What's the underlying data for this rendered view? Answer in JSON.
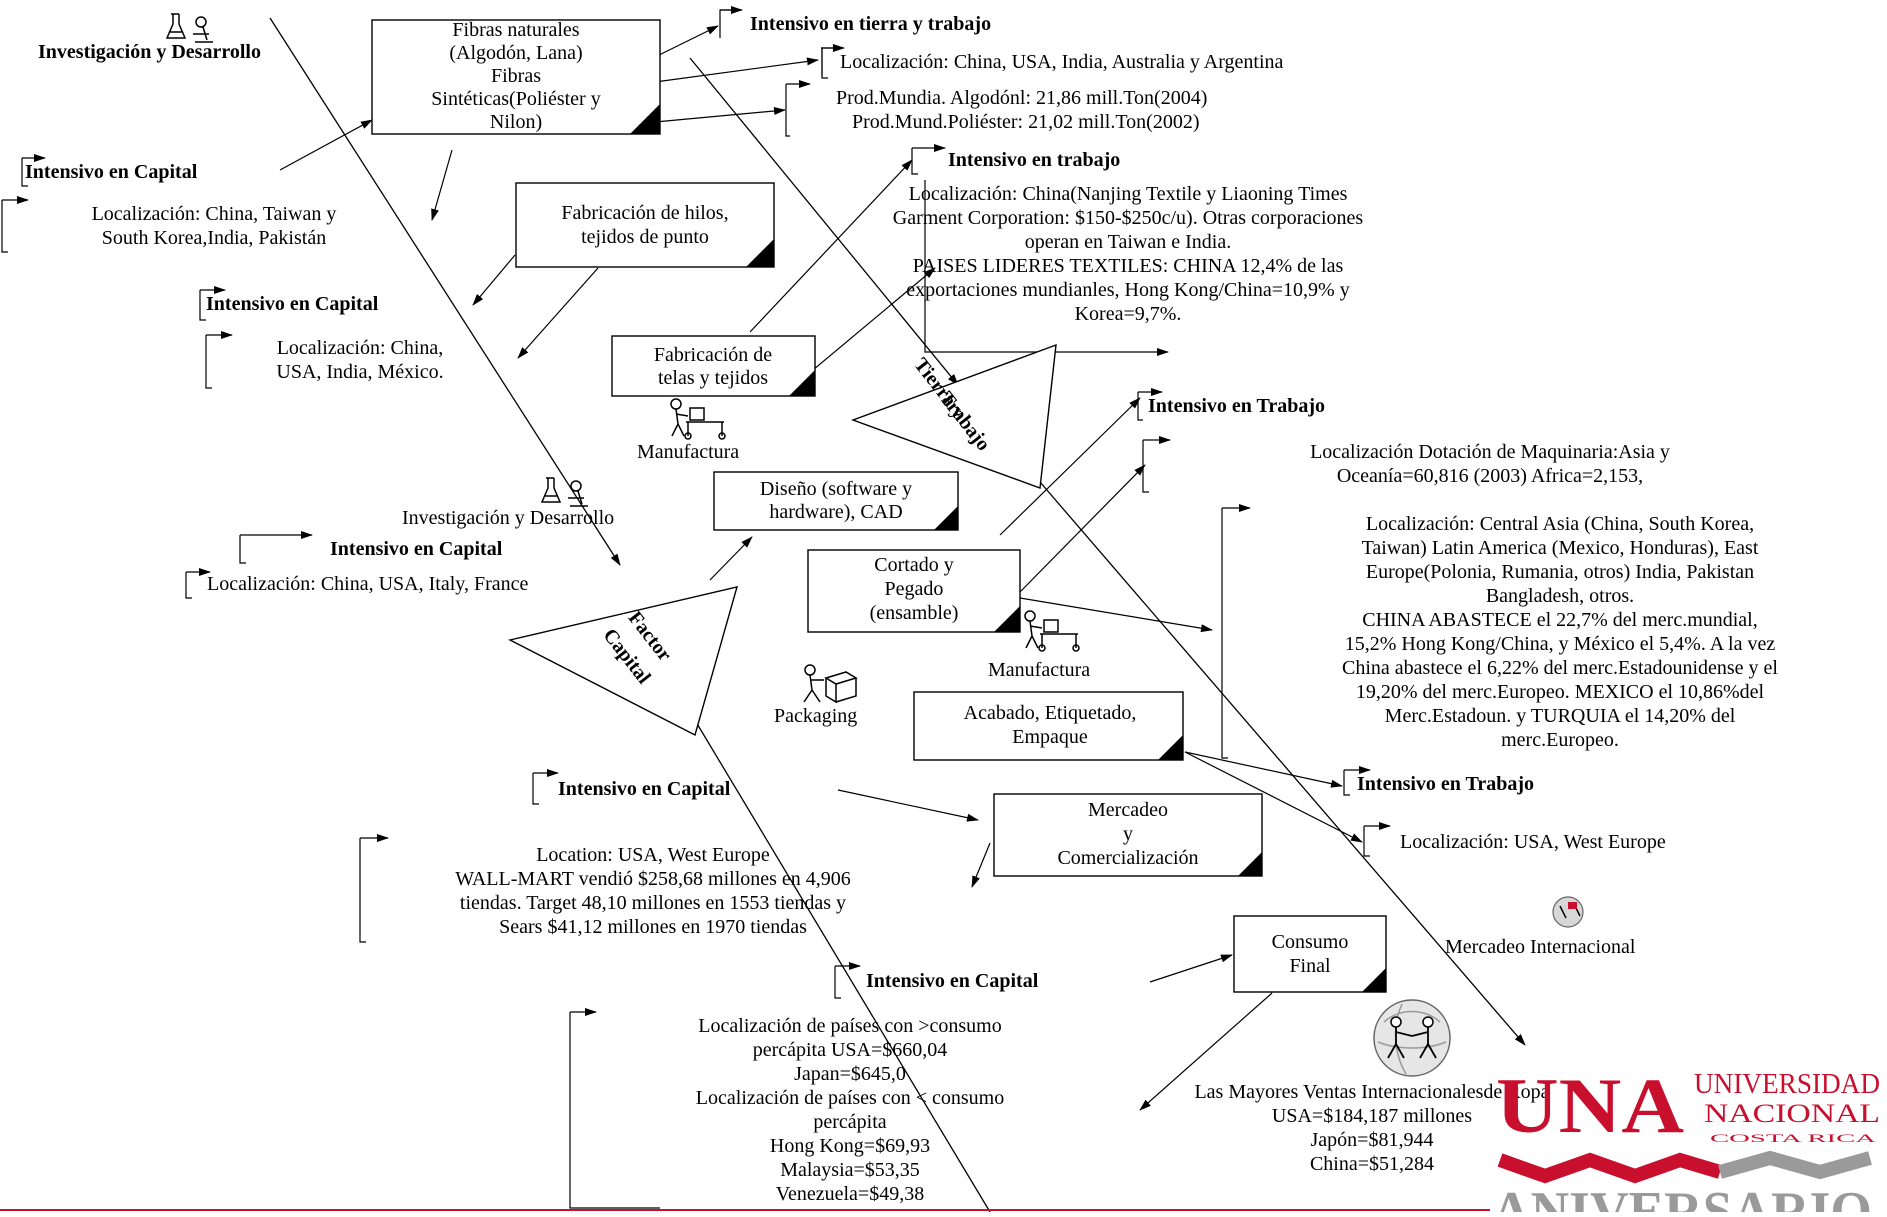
{
  "boxes": {
    "fibras": [
      "Fibras naturales",
      "(Algodón, Lana)",
      "Fibras",
      "Sintéticas(Poliéster y",
      "Nilon)"
    ],
    "hilos": [
      "Fabricación de hilos,",
      "tejidos de punto"
    ],
    "telas": [
      "Fabricación de",
      "telas y tejidos"
    ],
    "diseno": [
      "Diseño (software y",
      "hardware), CAD"
    ],
    "cortado": [
      "Cortado y",
      "Pegado",
      "(ensamble)"
    ],
    "acabado": [
      "Acabado, Etiquetado,",
      "Empaque"
    ],
    "mercadeo": [
      "Mercadeo",
      "y",
      "Comercialización"
    ],
    "consumo": [
      "Consumo",
      "Final"
    ]
  },
  "triangles": {
    "tierra": [
      "Tierra y",
      "Trabajo"
    ],
    "capital": [
      "Factor",
      "Capital"
    ]
  },
  "labels": {
    "id_top": "Investigación y Desarrollo",
    "id_mid": "Investigación y Desarrollo",
    "manufactura_1": "Manufactura",
    "manufactura_2": "Manufactura",
    "packaging": "Packaging",
    "mercadeo_int": "Mercadeo Internacional"
  },
  "tags": {
    "tierra_trabajo": "Intensivo en tierra y trabajo",
    "capital_1": "Intensivo en Capital",
    "capital_2": "Intensivo en Capital",
    "trabajo_1": "Intensivo en trabajo",
    "trabajo_2": "Intensivo en Trabajo",
    "capital_3": "Intensivo en Capital",
    "capital_4": "Intensivo en Capital",
    "trabajo_3": "Intensivo en Trabajo",
    "capital_5": "Intensivo en Capital"
  },
  "notes": {
    "loc_fibras": "Localización:  China, USA, India, Australia y Argentina",
    "prod": [
      "Prod.Mundia. Algodónl: 21,86 mill.Ton(2004)",
      "Prod.Mund.Poliéster: 21,02 mill.Ton(2002)"
    ],
    "loc_taiwan": [
      "Localización: China, Taiwan y",
      "South Korea,India, Pakistán"
    ],
    "loc_mexico": [
      "Localización:  China,",
      "USA, India, México."
    ],
    "loc_nanjing": [
      "Localización:  China(Nanjing Textile y Liaoning Times",
      "Garment Corporation: $150-$250c/u). Otras corporaciones",
      "operan en Taiwan e India.",
      "PAISES LIDERES TEXTILES:  CHINA 12,4% de las",
      "exportaciones mundianles, Hong Kong/China=10,9% y",
      "Korea=9,7%."
    ],
    "loc_maquinaria": [
      "Localización Dotación de Maquinaria:Asia y",
      "Oceanía=60,816 (2003)  Africa=2,153,"
    ],
    "loc_italy": "Localización:  China, USA, Italy, France",
    "loc_central": [
      "Localización:  Central Asia (China, South Korea,",
      "Taiwan) Latin America (Mexico, Honduras), East",
      "Europe(Polonia, Rumania, otros) India, Pakistan",
      "Bangladesh, otros.",
      "CHINA ABASTECE el 22,7% del merc.mundial,",
      "15,2% Hong Kong/China, y México el 5,4%.  A la vez",
      "China abastece el 6,22% del merc.Estadounidense y el",
      "19,20% del merc.Europeo.  MEXICO el 10,86%del",
      "Merc.Estadoun. y TURQUIA el 14,20% del",
      "merc.Europeo."
    ],
    "loc_walmart": [
      "Location:  USA, West Europe",
      "WALL-MART vendió $258,68 millones en 4,906",
      "tiendas. Target 48,10 millones en 1553 tiendas y",
      "Sears $41,12  millones en 1970 tiendas"
    ],
    "loc_west": "Localización:  USA, West Europe",
    "loc_consumo": [
      "Localización de países con >consumo",
      "percápita  USA=$660,04",
      "Japan=$645,0",
      "Localización de países con < consumo",
      "percápita",
      "Hong Kong=$69,93",
      "Malaysia=$53,35",
      "Venezuela=$49,38"
    ],
    "ventas": [
      "Las Mayores Ventas Internacionalesde Ropa",
      "USA=$184,187 millones",
      "Japón=$81,944",
      "China=$51,284"
    ]
  },
  "logo": {
    "letters": "UNA",
    "line1": "UNIVERSIDAD",
    "line2": "NACIONAL",
    "line3": "COSTA RICA",
    "bottom": "ANIVERSARIO",
    "color": "#c8102e",
    "gray": "#9a9a9a"
  },
  "icons": [
    "lab-icon",
    "worker-icon",
    "packaging-icon",
    "globe-people-icon",
    "international-marketing-icon"
  ]
}
